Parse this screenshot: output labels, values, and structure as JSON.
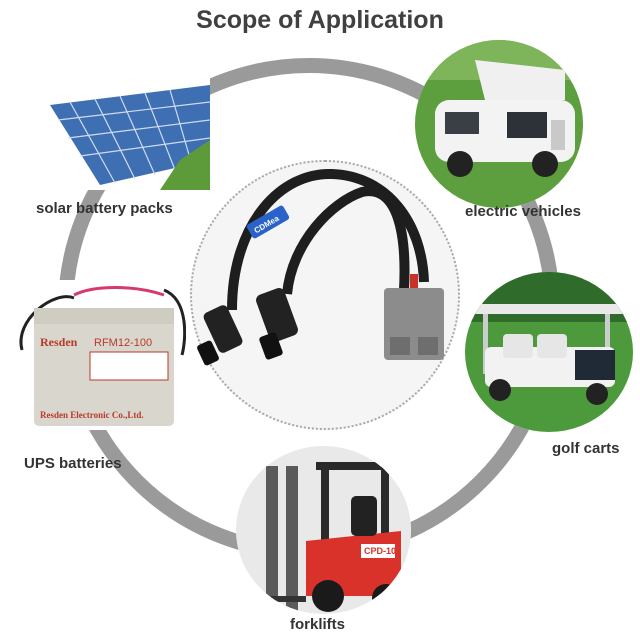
{
  "title": "Scope of Application",
  "applications": [
    {
      "label": "solar battery packs"
    },
    {
      "label": "electric vehicles"
    },
    {
      "label": "golf carts"
    },
    {
      "label": "forklifts"
    },
    {
      "label": "UPS batteries"
    }
  ],
  "product": {
    "tag_text": "CDMea",
    "brand_text": "Resden",
    "model_text": "RFM12-100",
    "footer_text": "Resden Electronic Co.,Ltd.",
    "forklift_text": "CPD-10"
  },
  "colors": {
    "ring": "#9a9a9a",
    "title": "#404040",
    "cable": "#1e1e1e",
    "connector_grey": "#8c8c8c",
    "tag_blue": "#2a62c9",
    "forklift_red": "#d8322a",
    "grass": "#4d9a3c"
  }
}
